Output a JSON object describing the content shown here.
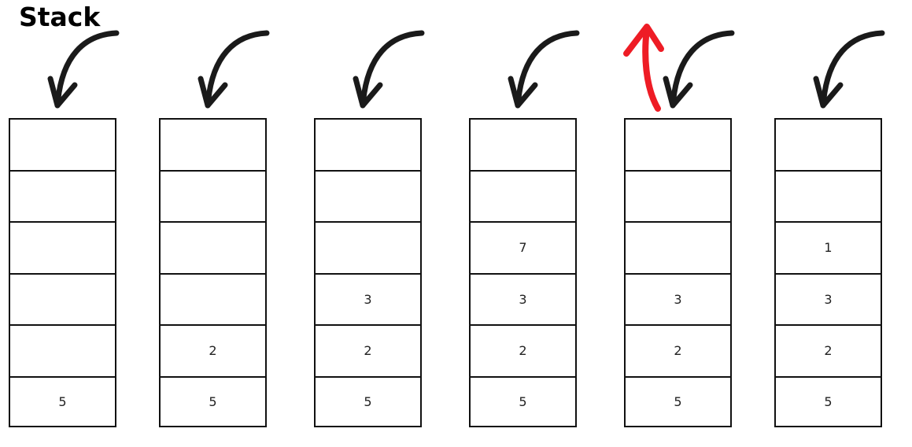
{
  "title": "Stack",
  "colors": {
    "arrow_push": "#1a1a1a",
    "arrow_pop": "#ee1c25",
    "border": "#111111"
  },
  "stacks": [
    {
      "cells": [
        "",
        "",
        "",
        "",
        "",
        "5"
      ],
      "operation": "push"
    },
    {
      "cells": [
        "",
        "",
        "",
        "",
        "2",
        "5"
      ],
      "operation": "push"
    },
    {
      "cells": [
        "",
        "",
        "",
        "3",
        "2",
        "5"
      ],
      "operation": "push"
    },
    {
      "cells": [
        "",
        "",
        "7",
        "3",
        "2",
        "5"
      ],
      "operation": "push"
    },
    {
      "cells": [
        "",
        "",
        "",
        "3",
        "2",
        "5"
      ],
      "operation": "pop"
    },
    {
      "cells": [
        "",
        "",
        "1",
        "3",
        "2",
        "5"
      ],
      "operation": "push"
    }
  ]
}
